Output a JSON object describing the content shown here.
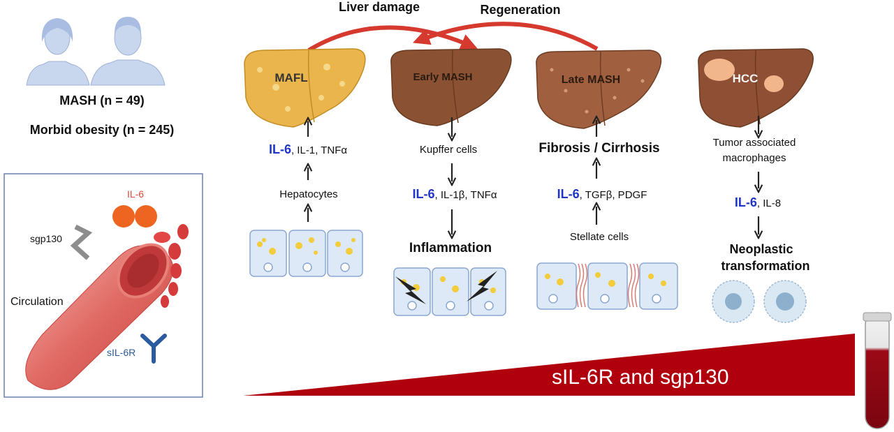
{
  "cohort": {
    "mash": "MASH (n = 49)",
    "obesity": "Morbid obesity (n = 245)"
  },
  "circulation_panel": {
    "il6": "IL-6",
    "sgp130": "sgp130",
    "circulation": "Circulation",
    "sil6r": "sIL-6R"
  },
  "top_arrows": {
    "damage": "Liver damage",
    "regeneration": "Regeneration"
  },
  "stages": [
    {
      "name": "MAFL",
      "cytokine_highlight": "IL-6",
      "cytokine_rest": ", IL-1, TNFα",
      "cell": "Hepatocytes"
    },
    {
      "name": "Early MASH",
      "cell": "Kupffer cells",
      "cytokine_highlight": "IL-6",
      "cytokine_rest": ", IL-1β, TNFα",
      "outcome": "Inflammation"
    },
    {
      "name": "Late MASH",
      "outcome": "Fibrosis / Cirrhosis",
      "cytokine_highlight": "IL-6",
      "cytokine_rest": ", TGFβ, PDGF",
      "cell": "Stellate cells"
    },
    {
      "name": "HCC",
      "cell_line1": "Tumor associated",
      "cell_line2": "macrophages",
      "cytokine_highlight": "IL-6",
      "cytokine_rest": ", IL-8",
      "outcome_line1": "Neoplastic",
      "outcome_line2": "transformation"
    }
  ],
  "gradient": {
    "label": "sIL-6R and sgp130"
  },
  "colors": {
    "highlight_blue": "#1f35c7",
    "gradient_red": "#b0000d",
    "arrow_red": "#d63a2f",
    "mafl_liver": "#e9b54c",
    "mash_liver": "#8a5233"
  }
}
